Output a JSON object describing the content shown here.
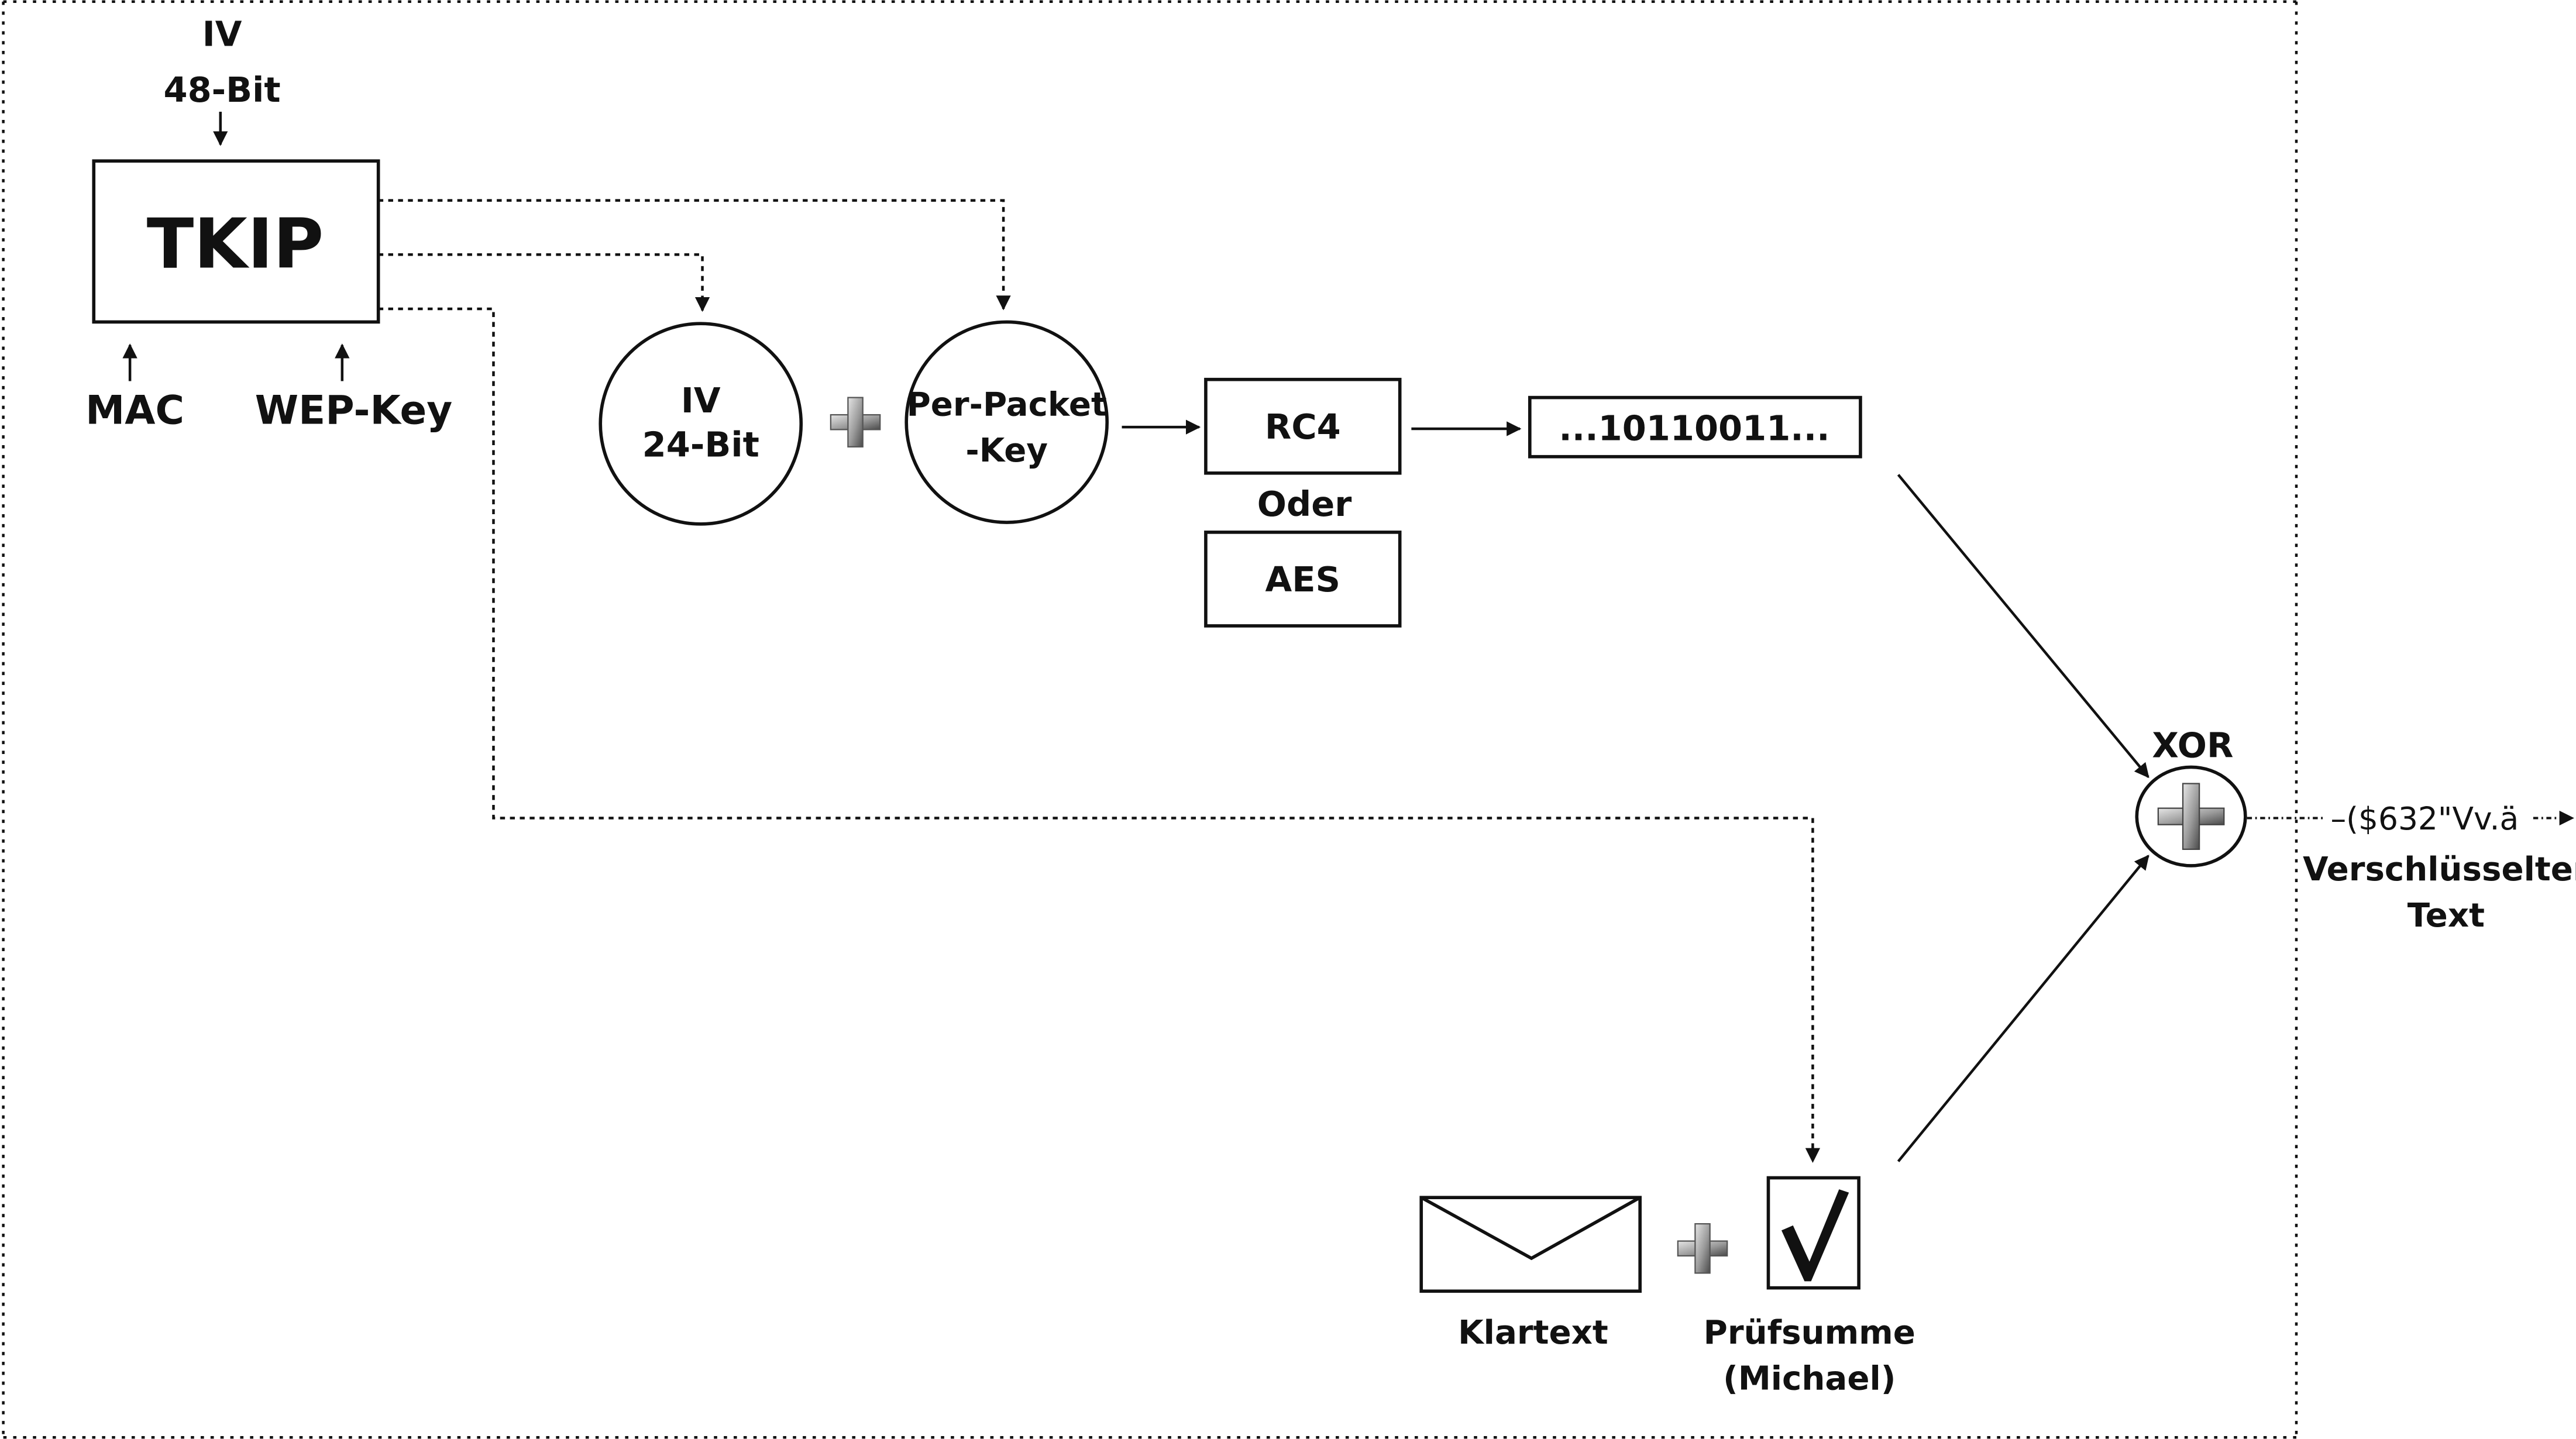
{
  "tkip": {
    "label": "TKIP",
    "iv_top_line1": "IV",
    "iv_top_line2": "48-Bit",
    "input_mac": "MAC",
    "input_wep_key": "WEP-Key"
  },
  "iv24": {
    "line1": "IV",
    "line2": "24-Bit"
  },
  "per_packet_key": {
    "line1": "Per-Packet",
    "line2": "-Key"
  },
  "cipher": {
    "rc4": "RC4",
    "oder": "Oder",
    "aes": "AES"
  },
  "keystream": {
    "label": "...10110011..."
  },
  "xor": {
    "label": "XOR"
  },
  "output": {
    "ciphertext_sample": "–($632\"Vv.ä",
    "label_line1": "Verschlüsselter",
    "label_line2": "Text"
  },
  "plaintext": {
    "label": "Klartext"
  },
  "checksum": {
    "line1": "Prüfsumme",
    "line2": "(Michael)"
  },
  "icons": {
    "plus": "plus-icon",
    "envelope": "envelope-icon",
    "checkmark": "checkmark-icon",
    "xor": "xor-plus-circle-icon"
  },
  "colors": {
    "stroke": "#111111",
    "plus_light": "#d8d8d8",
    "plus_dark": "#5a5a5a"
  }
}
